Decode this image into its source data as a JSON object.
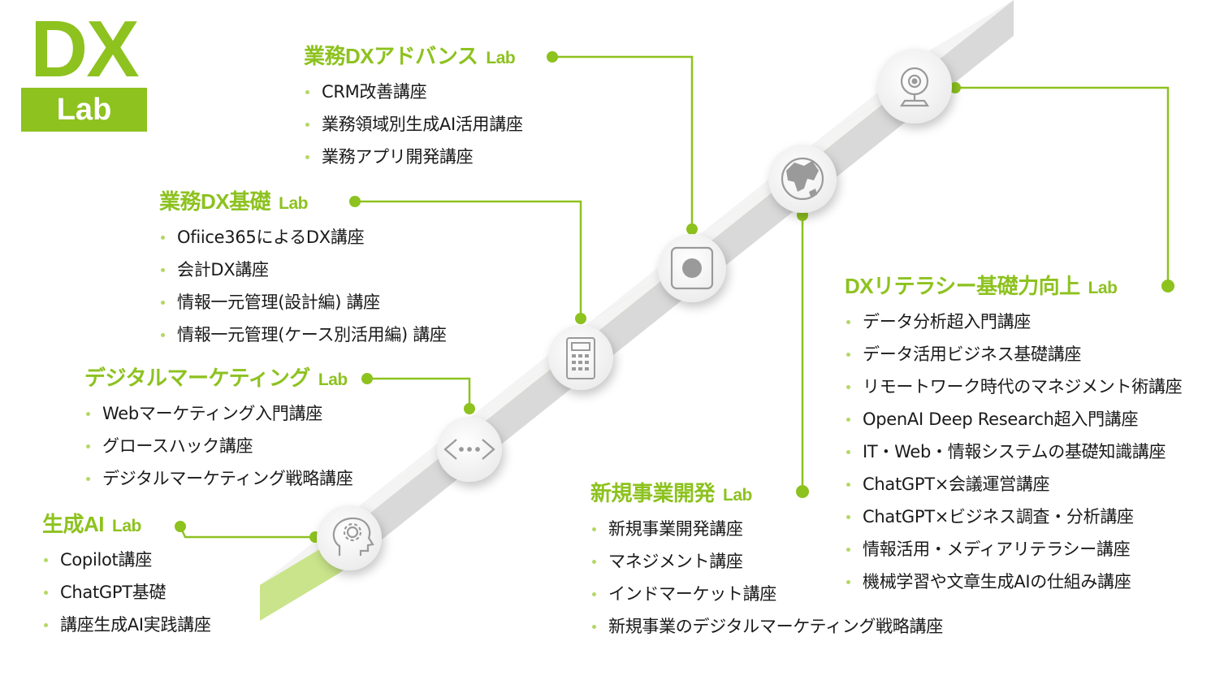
{
  "logo": {
    "main": "DX",
    "sub": "Lab"
  },
  "colors": {
    "accent": "#8dc21f",
    "accent_light": "#c9e48a",
    "circle": "#f2f2f2",
    "icon": "#9a9a9a"
  },
  "groups": {
    "ai": {
      "title": "生成AI",
      "lab": "Lab",
      "icon": "gear-head-icon",
      "items": [
        "Copilot講座",
        "ChatGPT基礎",
        "講座生成AI実践講座"
      ]
    },
    "marketing": {
      "title": "デジタルマーケティング",
      "lab": "Lab",
      "icon": "code-brackets-icon",
      "items": [
        "Webマーケティング入門講座",
        "グロースハック講座",
        "デジタルマーケティング戦略講座"
      ]
    },
    "basic": {
      "title": "業務DX基礎",
      "lab": "Lab",
      "icon": "calculator-icon",
      "items": [
        "Ofiice365によるDX講座",
        "会計DX講座",
        "情報一元管理(設計編) 講座",
        "情報一元管理(ケース別活用編) 講座"
      ]
    },
    "advance": {
      "title": "業務DXアドバンス",
      "lab": "Lab",
      "icon": "record-button-icon",
      "items": [
        "CRM改善講座",
        "業務領域別生成AI活用講座",
        "業務アプリ開発講座"
      ]
    },
    "business": {
      "title": "新規事業開発",
      "lab": "Lab",
      "icon": "globe-icon",
      "items": [
        "新規事業開発講座",
        "マネジメント講座",
        "インドマーケット講座",
        "新規事業のデジタルマーケティング戦略講座"
      ]
    },
    "literacy": {
      "title": "DXリテラシー基礎力向上",
      "lab": "Lab",
      "icon": "webcam-icon",
      "items": [
        "データ分析超入門講座",
        "データ活用ビジネス基礎講座",
        "リモートワーク時代のマネジメント術講座",
        "OpenAI Deep Research超入門講座",
        "IT・Web・情報システムの基礎知識講座",
        "ChatGPT×会議運営講座",
        "ChatGPT×ビジネス調査・分析講座",
        "情報活用・メディアリテラシー講座",
        "機械学習や文章生成AIの仕組み講座"
      ]
    }
  }
}
